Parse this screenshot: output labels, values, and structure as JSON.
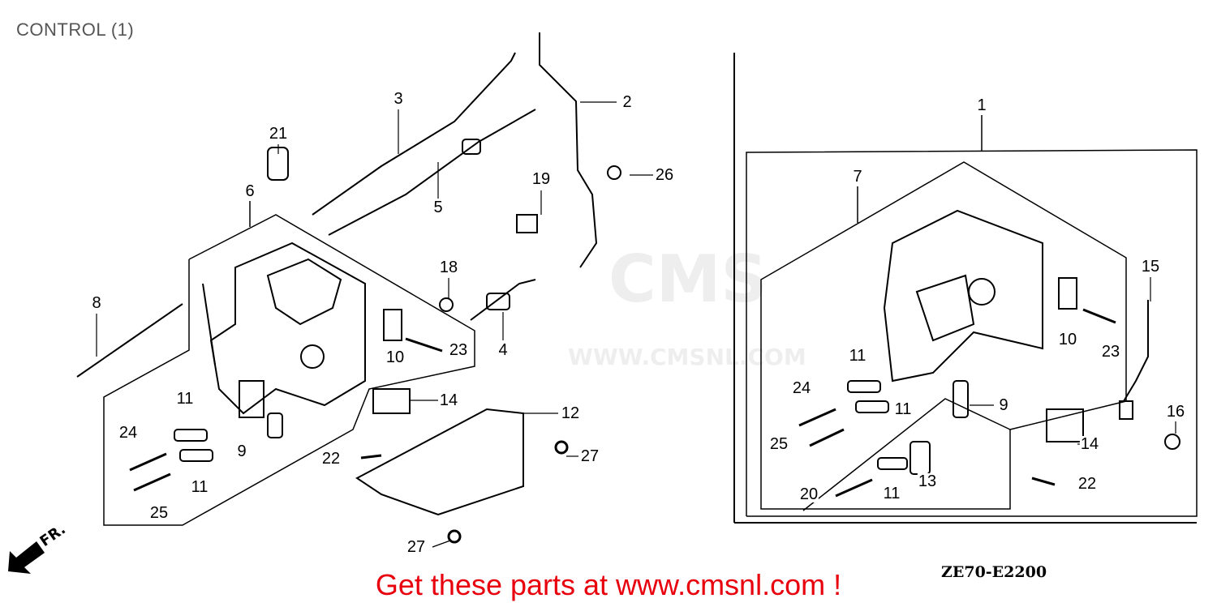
{
  "title": "CONTROL (1)",
  "diagram_code": "ZE70-E2200",
  "promo_text": "Get these parts at www.cmsnl.com !",
  "watermark": {
    "logo": "CMS",
    "url": "WWW.CMSNL.COM"
  },
  "direction_label": "FR.",
  "callouts": [
    "1",
    "2",
    "3",
    "4",
    "5",
    "6",
    "7",
    "8",
    "9",
    "9",
    "10",
    "10",
    "11",
    "11",
    "11",
    "11",
    "11",
    "12",
    "13",
    "14",
    "14",
    "15",
    "16",
    "18",
    "19",
    "20",
    "21",
    "22",
    "22",
    "23",
    "23",
    "24",
    "24",
    "25",
    "25",
    "26",
    "27",
    "27"
  ]
}
